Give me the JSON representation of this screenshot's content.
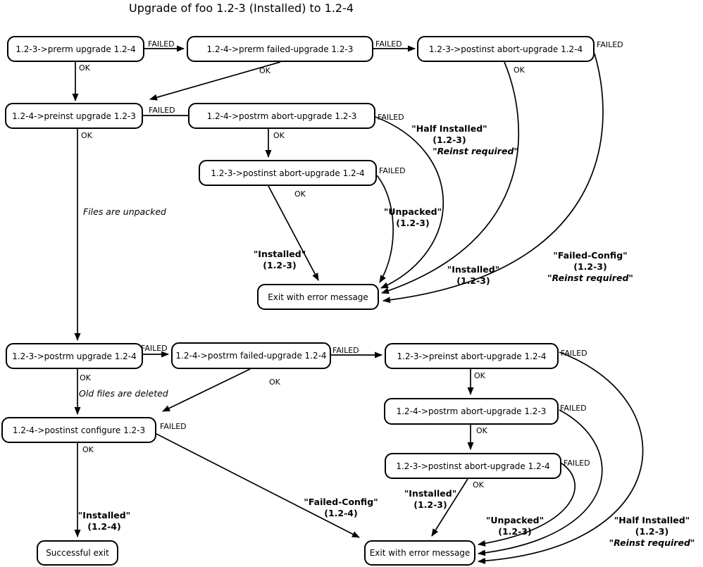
{
  "title": "Upgrade of foo 1.2-3 (Installed) to 1.2-4",
  "nodes": {
    "prerm_upgrade": "1.2-3->prerm upgrade 1.2-4",
    "prerm_failed_upgrade": "1.2-4->prerm failed-upgrade 1.2-3",
    "postinst_abort_upgrade_top": "1.2-3->postinst abort-upgrade 1.2-4",
    "preinst_upgrade": "1.2-4->preinst upgrade 1.2-3",
    "postrm_abort_upgrade_mid": "1.2-4->postrm abort-upgrade 1.2-3",
    "postinst_abort_upgrade_mid": "1.2-3->postinst abort-upgrade 1.2-4",
    "exit_error_mid": "Exit with error message",
    "postrm_upgrade": "1.2-3->postrm upgrade 1.2-4",
    "postrm_failed_upgrade": "1.2-4->postrm failed-upgrade 1.2-4",
    "preinst_abort_upgrade": "1.2-3->preinst abort-upgrade 1.2-4",
    "postrm_abort_upgrade_bottom": "1.2-4->postrm abort-upgrade 1.2-3",
    "postinst_abort_upgrade_bottom": "1.2-3->postinst abort-upgrade 1.2-4",
    "postinst_configure": "1.2-4->postinst configure 1.2-3",
    "exit_error_bottom": "Exit with error message",
    "successful_exit": "Successful exit"
  },
  "edge_labels": {
    "failed": "FAILED",
    "ok": "OK"
  },
  "notes": {
    "files_unpacked": "Files are unpacked",
    "old_files_deleted": "Old files are deleted"
  },
  "state_labels": {
    "installed_mid": [
      "\"Installed\"",
      "(1.2-3)"
    ],
    "unpacked_top": [
      "\"Unpacked\"",
      "(1.2-3)"
    ],
    "half_installed_top": [
      "\"Half Installed\"",
      "(1.2-3)",
      "\"Reinst required\""
    ],
    "installed_right": [
      "\"Installed\"",
      "(1.2-3)"
    ],
    "failed_config_top": [
      "\"Failed-Config\"",
      "(1.2-3)",
      "\"Reinst required\""
    ],
    "installed_124": [
      "\"Installed\"",
      "(1.2-4)"
    ],
    "failed_config_bottom": [
      "\"Failed-Config\"",
      "(1.2-4)"
    ],
    "installed_bottom": [
      "\"Installed\"",
      "(1.2-3)"
    ],
    "unpacked_bottom": [
      "\"Unpacked\"",
      "(1.2-3)"
    ],
    "half_installed_bottom": [
      "\"Half Installed\"",
      "(1.2-3)",
      "\"Reinst required\""
    ]
  },
  "colors": {
    "ink": "#000000",
    "background": "#ffffff"
  }
}
